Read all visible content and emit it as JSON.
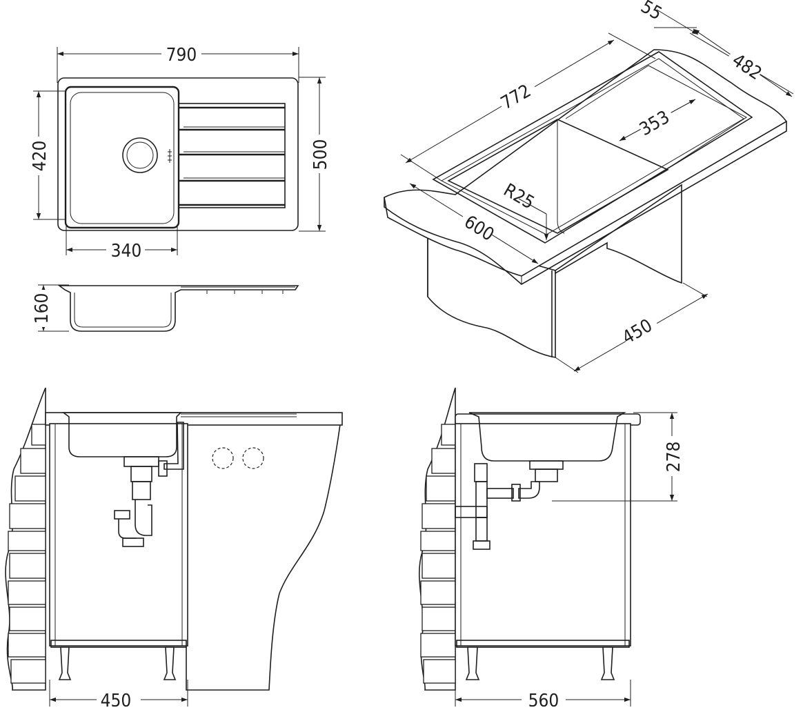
{
  "drawing": {
    "top_view": {
      "width_label": "790",
      "depth_label": "500",
      "bowl_height_label": "420",
      "bowl_width_label": "340"
    },
    "side_section": {
      "depth_label": "160"
    },
    "isometric": {
      "lip_label": "55",
      "length_label": "772",
      "depth_label": "482",
      "bowl_label": "353",
      "radius_label": "R25",
      "cabinet_front_label": "600",
      "cabinet_side_label": "450"
    },
    "front_install": {
      "cabinet_width_label": "450"
    },
    "side_install": {
      "cabinet_depth_label": "560",
      "height_label": "278"
    }
  }
}
